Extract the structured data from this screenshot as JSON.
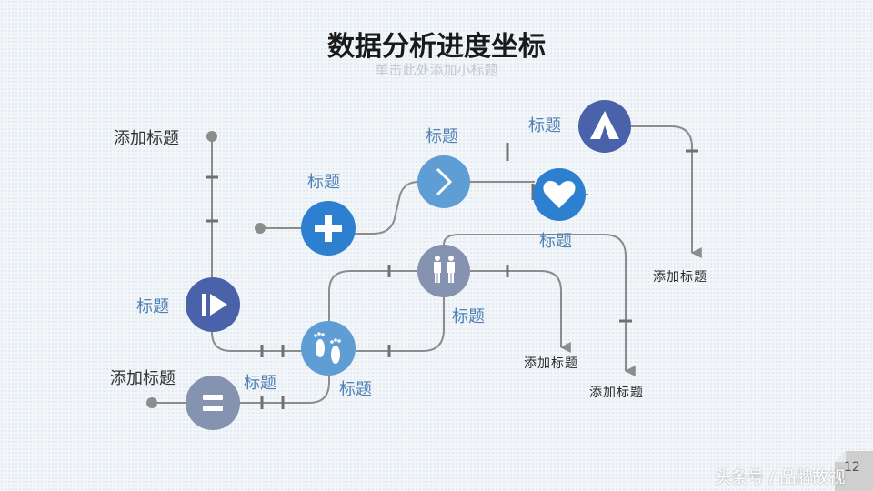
{
  "header": {
    "title": "数据分析进度坐标",
    "subtitle": "单击此处添加小标题"
  },
  "colors": {
    "line": "#8c8c8c",
    "node_dark_blue": "#4a62aa",
    "node_bright_blue": "#2d7fd0",
    "node_light_blue": "#5f9ed4",
    "node_gray": "#8592b0",
    "label_blue": "#4f80b6"
  },
  "nodes": [
    {
      "id": "equals",
      "icon": "equals-icon"
    },
    {
      "id": "play",
      "icon": "play-pause-icon"
    },
    {
      "id": "footprints",
      "icon": "footprints-icon"
    },
    {
      "id": "plus",
      "icon": "plus-icon"
    },
    {
      "id": "chevron",
      "icon": "chevron-right-icon"
    },
    {
      "id": "people",
      "icon": "people-icon"
    },
    {
      "id": "heart",
      "icon": "heart-icon"
    },
    {
      "id": "tent",
      "icon": "tent-icon"
    }
  ],
  "labels": {
    "start_top": "添加标题",
    "start_bottom": "添加标题",
    "play": "标题",
    "footprints": "标题",
    "equals_line": "标题",
    "plus": "标题",
    "chevron": "标题",
    "people": "标题",
    "heart": "标题",
    "tent": "标题",
    "end_tent": "添加标题",
    "end_people": "添加标题",
    "end_long": "添加标题"
  },
  "footer": {
    "watermark": "头条号 / 品牌故视",
    "page_number": "12"
  }
}
